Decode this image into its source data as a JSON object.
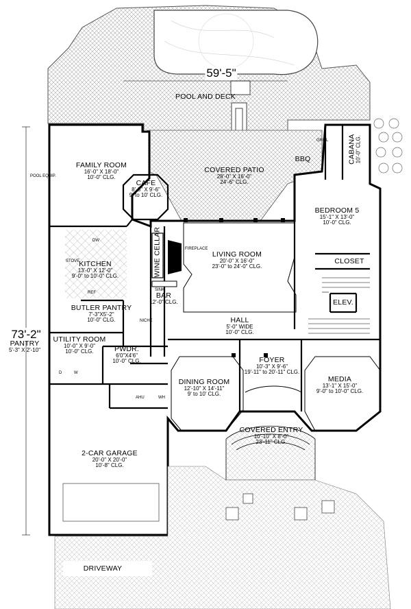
{
  "overall": {
    "width": "59'-5\"",
    "depth": "73'-2\""
  },
  "outdoor": {
    "pool_and_deck": "POOL AND DECK",
    "driveway": "DRIVEWAY",
    "pool_equip": "POOL EQUIP."
  },
  "rooms": [
    {
      "key": "family-room",
      "name": "FAMILY ROOM",
      "dims": [
        "16'-0\" X 18'-0\"",
        "10'-0\" CLG."
      ]
    },
    {
      "key": "cafe",
      "name": "CAFE",
      "dims": [
        "8'-8\" X 9'-6\"",
        "9' to 10' CLG."
      ]
    },
    {
      "key": "covered-patio",
      "name": "COVERED PATIO",
      "dims": [
        "28'-0\" X 16'-0\"",
        "24'-6\" CLG."
      ]
    },
    {
      "key": "bbq",
      "name": "BBQ",
      "dims": []
    },
    {
      "key": "cabana",
      "name": "CABANA",
      "dims": [
        "10'-0\" CLG."
      ]
    },
    {
      "key": "bedroom-5",
      "name": "BEDROOM 5",
      "dims": [
        "15'-1\" X 13'-0\"",
        "10'-0\" CLG."
      ]
    },
    {
      "key": "kitchen",
      "name": "KITCHEN",
      "dims": [
        "13'-0\" X 12'-0\"",
        "9'-0\" to 10'-0\" CLG."
      ]
    },
    {
      "key": "wine-cellar",
      "name": "WINE CELLAR",
      "dims": []
    },
    {
      "key": "living-room",
      "name": "LIVING ROOM",
      "dims": [
        "20'-0\" X 16'-0\"",
        "23'-0\" to 24'-0\" CLG."
      ]
    },
    {
      "key": "closet",
      "name": "CLOSET",
      "dims": []
    },
    {
      "key": "bar",
      "name": "BAR",
      "dims": [
        "12'-0\" CLG."
      ]
    },
    {
      "key": "elev",
      "name": "ELEV.",
      "dims": []
    },
    {
      "key": "butler-pantry",
      "name": "BUTLER PANTRY",
      "dims": [
        "7'-3\"X5'-2\"",
        "10'-0\" CLG."
      ]
    },
    {
      "key": "hall",
      "name": "HALL",
      "dims": [
        "5'-0\" WIDE",
        "10'-0\" CLG."
      ]
    },
    {
      "key": "pantry",
      "name": "PANTRY",
      "dims": [
        "5'-3\" X 2'-10\""
      ]
    },
    {
      "key": "utility-room",
      "name": "UTILITY ROOM",
      "dims": [
        "10'-0\" X 9'-0\"",
        "10'-0\" CLG."
      ]
    },
    {
      "key": "pwdr",
      "name": "PWDR.",
      "dims": [
        "6'0\"X4'6\"",
        "10'-0\" CLG."
      ]
    },
    {
      "key": "foyer",
      "name": "FOYER",
      "dims": [
        "10'-3\" X 9'-6\"",
        "19'-11\" to 20'-11\" CLG."
      ]
    },
    {
      "key": "dining-room",
      "name": "DINING ROOM",
      "dims": [
        "12'-10\" X 14'-11\"",
        "9' to 10' CLG."
      ]
    },
    {
      "key": "media",
      "name": "MEDIA",
      "dims": [
        "13'-1\" X 15'-0\"",
        "9'-0\" to 10'-0\" CLG."
      ]
    },
    {
      "key": "covered-entry",
      "name": "COVERED ENTRY",
      "dims": [
        "10'-10\" X 8'-0\"",
        "23'-11\" CLG."
      ]
    },
    {
      "key": "garage",
      "name": "2-CAR GARAGE",
      "dims": [
        "20'-0\" X 20'-0\"",
        "10'-8\" CLG."
      ]
    }
  ],
  "fixtures": {
    "dw": "DW",
    "ref": "REF",
    "stove": "STOVE",
    "sink": "SINK",
    "fireplace": "FIREPLACE",
    "niche": "NICHE",
    "ahu": "AHU",
    "wh": "WH",
    "grill": "GRILL",
    "w": "W",
    "d": "D"
  }
}
